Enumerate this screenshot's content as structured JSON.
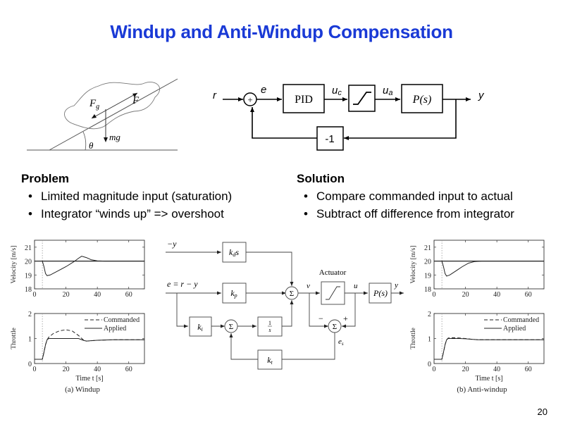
{
  "slide": {
    "title": "Windup and Anti-Windup Compensation",
    "page_number": "20",
    "accent_color": "#1a3ad6"
  },
  "car_diagram": {
    "labels": {
      "gravity_force": "F",
      "gravity_sub": "g",
      "drive_force": "F",
      "weight": "mg",
      "angle": "θ"
    }
  },
  "loop_diagram": {
    "input": "r",
    "error": "e",
    "summer_sign": "+",
    "controller": "PID",
    "commanded": "u",
    "commanded_sub": "c",
    "actual": "u",
    "actual_sub": "a",
    "plant": "P(s)",
    "output": "y",
    "feedback_gain": "-1"
  },
  "problem": {
    "heading": "Problem",
    "bullets": [
      "Limited magnitude input (saturation)",
      "Integrator “winds up” => overshoot"
    ]
  },
  "solution": {
    "heading": "Solution",
    "bullets": [
      "Compare commanded input to actual",
      "Subtract off difference from integrator"
    ]
  },
  "antiwindup_diagram": {
    "neg_y": "−y",
    "kd": "k",
    "kd_sub": "d",
    "kd_s": "s",
    "error_eq": "e = r − y",
    "kp": "k",
    "kp_sub": "p",
    "ki": "k",
    "ki_sub": "i",
    "integrator_num": "1",
    "integrator_den": "s",
    "kt": "k",
    "kt_sub": "t",
    "sigma": "Σ",
    "actuator_label": "Actuator",
    "v": "v",
    "u": "u",
    "plant": "P(s)",
    "y": "y",
    "minus": "−",
    "plus": "+",
    "es": "e",
    "es_sub": "s"
  },
  "chart_data": [
    {
      "id": "windup-velocity",
      "type": "line",
      "ylabel": "Velocity [m/s]",
      "xlim": [
        0,
        70
      ],
      "ylim": [
        18,
        21.5
      ],
      "xticks": [
        0,
        20,
        40,
        60
      ],
      "yticks": [
        18,
        19,
        20,
        21
      ],
      "reference_time": 5,
      "series": [
        {
          "name": "Reference",
          "style": "solid",
          "x": [
            0,
            70
          ],
          "y": [
            20,
            20
          ]
        },
        {
          "name": "Velocity",
          "style": "solid",
          "x": [
            5,
            6,
            7,
            8,
            10,
            15,
            20,
            25,
            28,
            30,
            33,
            36,
            40,
            45,
            70
          ],
          "y": [
            20,
            19.6,
            19.1,
            18.95,
            19.0,
            19.3,
            19.6,
            19.95,
            20.2,
            20.35,
            20.25,
            20.1,
            20.02,
            20.0,
            20.0
          ]
        }
      ]
    },
    {
      "id": "windup-throttle",
      "type": "line",
      "ylabel": "Throttle",
      "xlabel": "Time t [s]",
      "xlim": [
        0,
        70
      ],
      "ylim": [
        0,
        2
      ],
      "xticks": [
        0,
        20,
        40,
        60
      ],
      "yticks": [
        0,
        1,
        2
      ],
      "legend": "top-right",
      "caption": "(a) Windup",
      "reference_time": 5,
      "series": [
        {
          "name": "Commanded",
          "style": "dashed",
          "x": [
            0,
            5,
            6,
            7,
            8,
            9,
            12,
            16,
            20,
            24,
            28,
            31,
            33,
            40,
            50,
            70
          ],
          "y": [
            0.17,
            0.17,
            0.45,
            0.75,
            0.95,
            1.05,
            1.2,
            1.31,
            1.35,
            1.3,
            1.12,
            0.95,
            0.9,
            0.93,
            0.95,
            0.95
          ]
        },
        {
          "name": "Applied",
          "style": "solid",
          "x": [
            0,
            5,
            6,
            7,
            8,
            9,
            28,
            31,
            33,
            40,
            50,
            70
          ],
          "y": [
            0.17,
            0.17,
            0.45,
            0.75,
            0.95,
            1.0,
            1.0,
            0.93,
            0.9,
            0.93,
            0.95,
            0.95
          ]
        }
      ]
    },
    {
      "id": "antiwindup-velocity",
      "type": "line",
      "ylabel": "Velocity [m/s]",
      "xlim": [
        0,
        70
      ],
      "ylim": [
        18,
        21.5
      ],
      "xticks": [
        0,
        20,
        40,
        60
      ],
      "yticks": [
        18,
        19,
        20,
        21
      ],
      "reference_time": 5,
      "series": [
        {
          "name": "Reference",
          "style": "solid",
          "x": [
            0,
            70
          ],
          "y": [
            20,
            20
          ]
        },
        {
          "name": "Velocity",
          "style": "solid",
          "x": [
            5,
            6,
            7,
            8,
            10,
            14,
            18,
            22,
            26,
            30,
            70
          ],
          "y": [
            20,
            19.6,
            19.1,
            18.92,
            19.0,
            19.3,
            19.6,
            19.85,
            19.97,
            20.0,
            20.0
          ]
        }
      ]
    },
    {
      "id": "antiwindup-throttle",
      "type": "line",
      "ylabel": "Throttle",
      "xlabel": "Time t [s]",
      "xlim": [
        0,
        70
      ],
      "ylim": [
        0,
        2
      ],
      "xticks": [
        0,
        20,
        40,
        60
      ],
      "yticks": [
        0,
        1,
        2
      ],
      "legend": "top-right",
      "caption": "(b) Anti-windup",
      "reference_time": 5,
      "series": [
        {
          "name": "Commanded",
          "style": "dashed",
          "x": [
            0,
            5,
            6,
            7,
            8,
            9,
            12,
            16,
            20,
            24,
            28,
            40,
            70
          ],
          "y": [
            0.17,
            0.17,
            0.45,
            0.75,
            0.95,
            1.02,
            1.03,
            1.02,
            1.0,
            0.97,
            0.95,
            0.95,
            0.95
          ]
        },
        {
          "name": "Applied",
          "style": "solid",
          "x": [
            0,
            5,
            6,
            7,
            8,
            9,
            12,
            16,
            20,
            24,
            28,
            40,
            70
          ],
          "y": [
            0.17,
            0.17,
            0.45,
            0.75,
            0.95,
            1.0,
            1.0,
            1.0,
            0.99,
            0.97,
            0.95,
            0.95,
            0.95
          ]
        }
      ]
    }
  ]
}
